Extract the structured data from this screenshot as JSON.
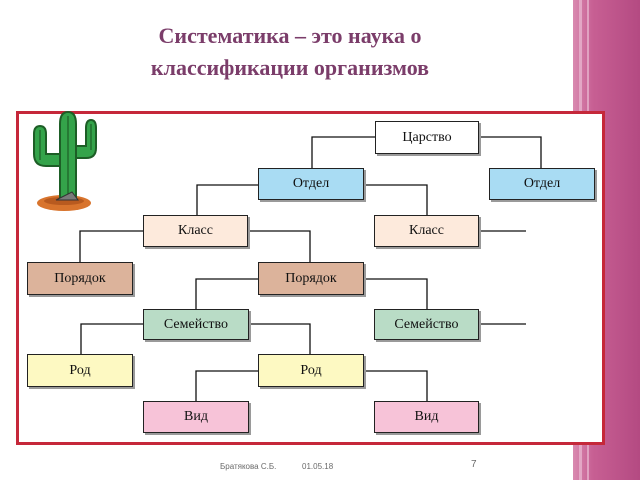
{
  "slide": {
    "title_line1": "Систематика – это наука о",
    "title_line2": "классификации организмов",
    "decoration_icon": "cactus-icon"
  },
  "taxonomy": {
    "kingdom": "Царство",
    "division_left": "Отдел",
    "division_right": "Отдел",
    "class_left": "Класс",
    "class_right": "Класс",
    "order_left": "Порядок",
    "order_right": "Порядок",
    "family_left": "Семейство",
    "family_right": "Семейство",
    "genus_left": "Род",
    "genus_right": "Род",
    "species_left": "Вид",
    "species_right": "Вид"
  },
  "colors": {
    "title": "#7b3d6a",
    "frame_border": "#c5283a",
    "kingdom_box": "#ffffff",
    "division_box": "#a9dcf3",
    "class_box": "#fdeadc",
    "order_box": "#dcb39b",
    "family_box": "#b9dcc6",
    "genus_box": "#fdf9c2",
    "species_box": "#f7c3d8",
    "side_bar": "#c75f93"
  },
  "footer": {
    "author": "Братякова С.Б.",
    "date": "01.05.18",
    "page_number": "7"
  }
}
